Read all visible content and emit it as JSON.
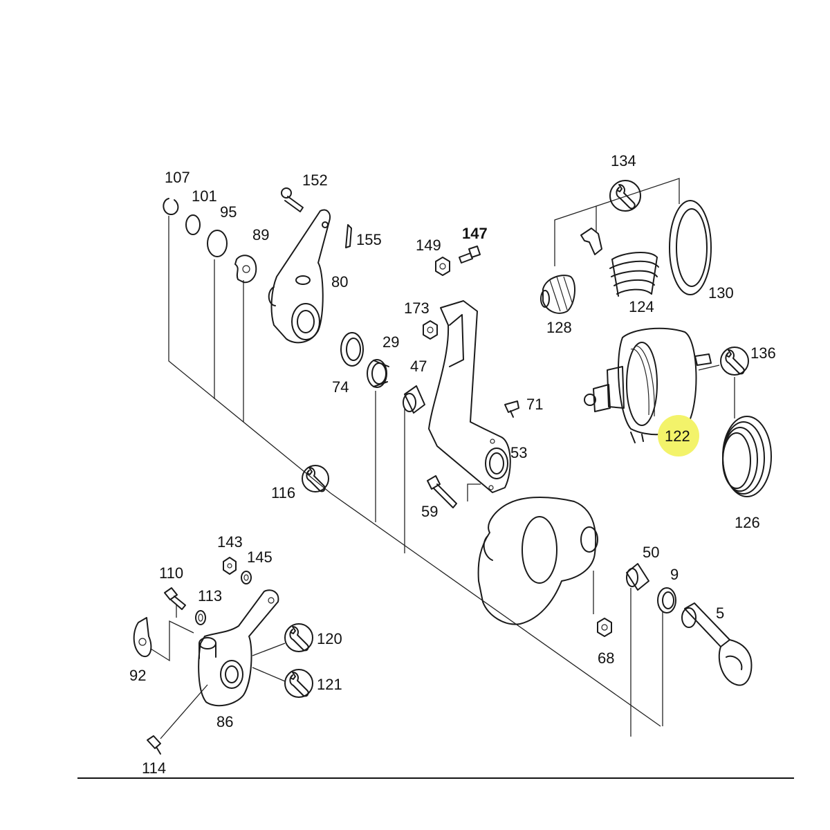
{
  "diagram": {
    "highlight_color": "#f3f36a",
    "highlighted_part": "122",
    "part_labels": {
      "p107": "107",
      "p101": "101",
      "p95": "95",
      "p89": "89",
      "p152": "152",
      "p155": "155",
      "p80": "80",
      "p74": "74",
      "p29": "29",
      "p47": "47",
      "p149": "149",
      "p147": "147",
      "p173": "173",
      "p71": "71",
      "p53": "53",
      "p59": "59",
      "p116": "116",
      "p134": "134",
      "p128": "128",
      "p124": "124",
      "p130": "130",
      "p136": "136",
      "p122": "122",
      "p126": "126",
      "p50": "50",
      "p9": "9",
      "p5": "5",
      "p68": "68",
      "p143": "143",
      "p145": "145",
      "p110": "110",
      "p113": "113",
      "p92": "92",
      "p120": "120",
      "p121": "121",
      "p86": "86",
      "p114": "114"
    },
    "tool_icons": [
      "wrench-icon-116",
      "wrench-icon-134",
      "wrench-icon-136",
      "wrench-icon-120",
      "wrench-icon-121"
    ]
  }
}
